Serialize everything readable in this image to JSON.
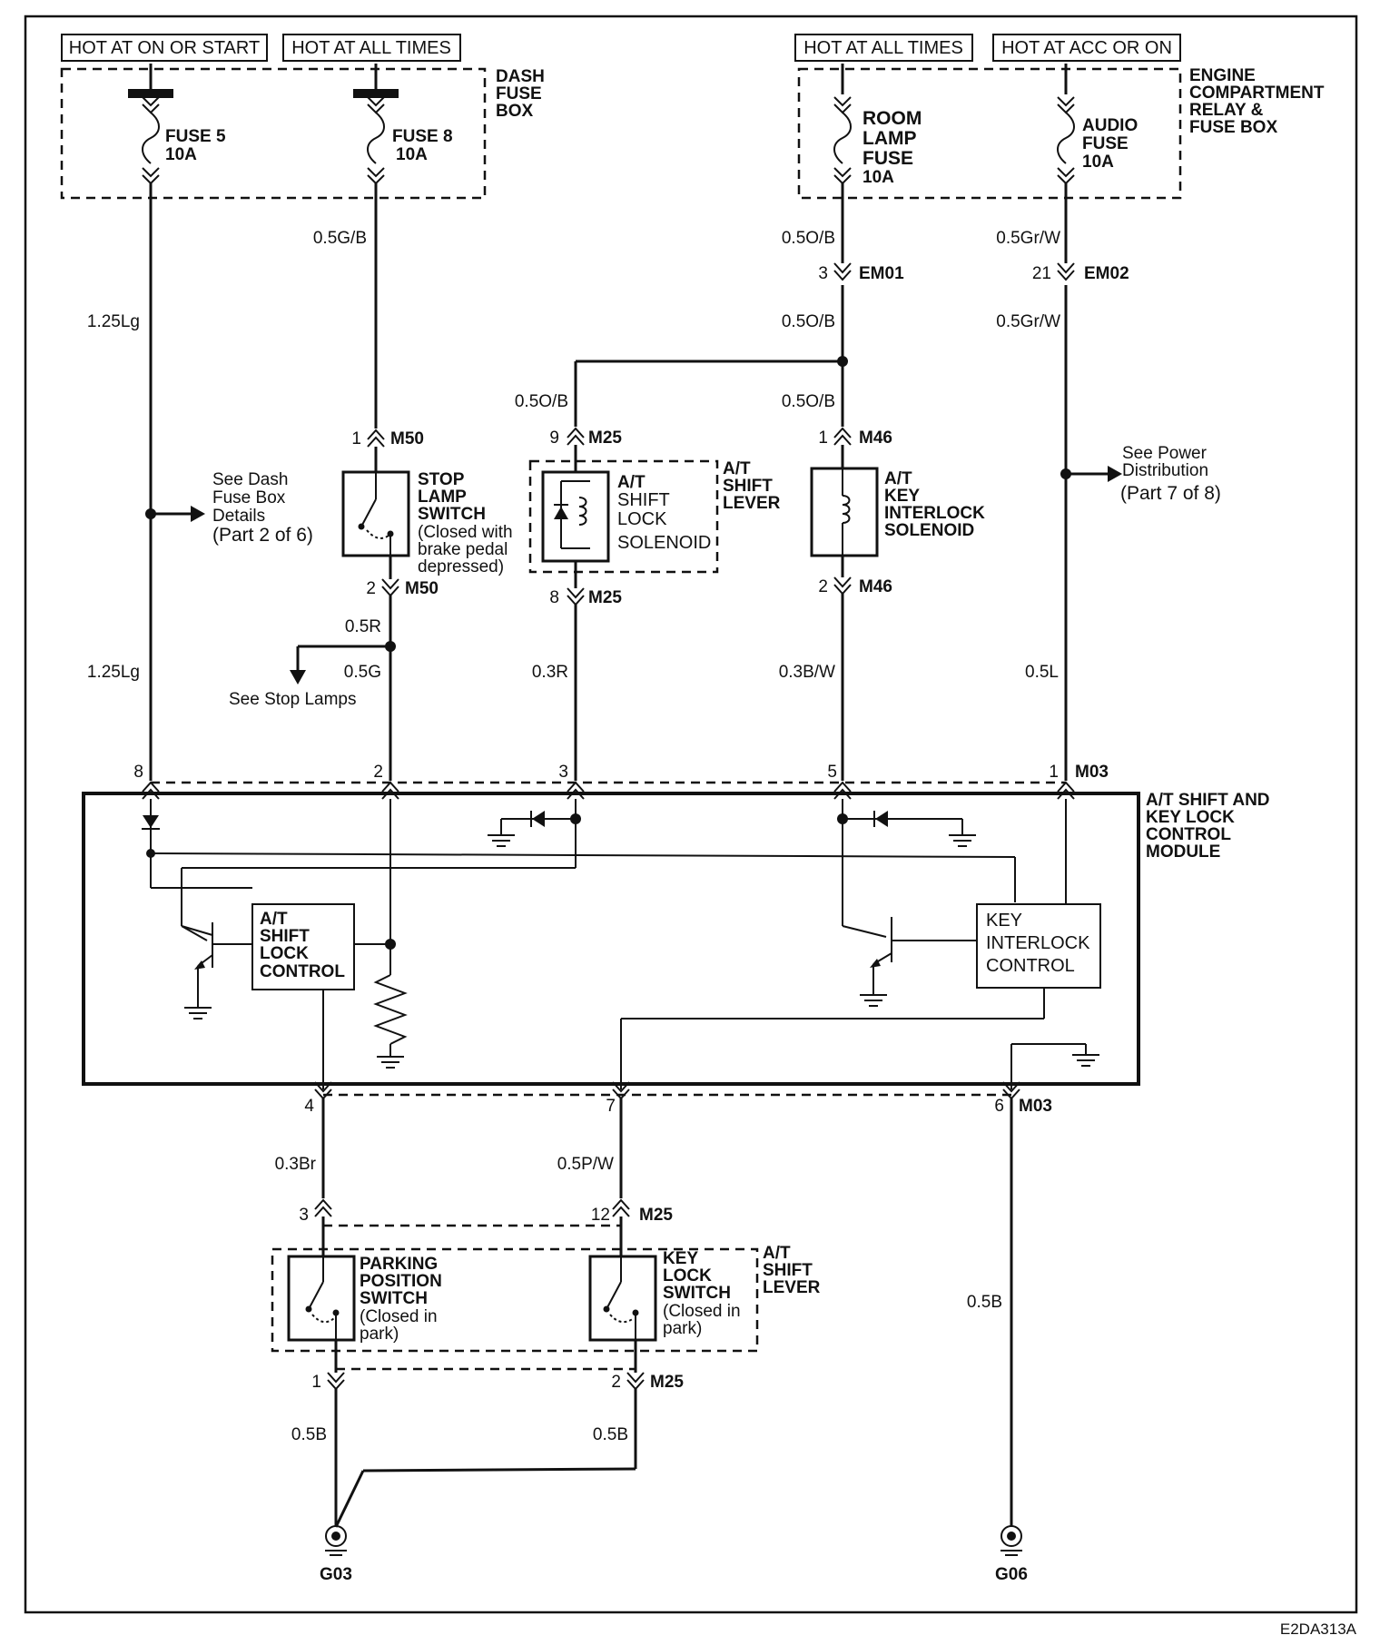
{
  "headers": {
    "hot_on_start": "HOT AT ON OR START",
    "hot_all_times_left": "HOT AT ALL TIMES",
    "hot_all_times_right": "HOT AT ALL TIMES",
    "hot_acc_on": "HOT AT ACC OR ON"
  },
  "dash_fuse_box": {
    "title": [
      "DASH",
      "FUSE",
      "BOX"
    ],
    "fuse5": [
      "FUSE 5",
      "10A"
    ],
    "fuse8": [
      "FUSE 8",
      "10A"
    ]
  },
  "engine_box": {
    "title": [
      "ENGINE",
      "COMPARTMENT",
      "RELAY &",
      "FUSE BOX"
    ],
    "room_lamp": [
      "ROOM",
      "LAMP",
      "FUSE",
      "10A"
    ],
    "audio": [
      "AUDIO",
      "FUSE",
      "10A"
    ]
  },
  "wires": {
    "lg_top": "1.25Lg",
    "lg_bottom": "1.25Lg",
    "gb": "0.5G/B",
    "ob_top": "0.5O/B",
    "ob_mid": "0.5O/B",
    "ob_left": "0.5O/B",
    "ob_right": "0.5O/B",
    "grw_top": "0.5Gr/W",
    "grw_mid": "0.5Gr/W",
    "r1": "0.5R",
    "g1": "0.5G",
    "r3": "0.3R",
    "bw": "0.3B/W",
    "l": "0.5L",
    "br": "0.3Br",
    "pw": "0.5P/W",
    "b_right": "0.5B",
    "b_left1": "0.5B",
    "b_left2": "0.5B"
  },
  "connectors": {
    "em01": "EM01",
    "em02": "EM02",
    "m50_top": "M50",
    "m50_bot": "M50",
    "m25_top": "M25",
    "m25_bot": "M25",
    "m46_top": "M46",
    "m46_bot": "M46",
    "m03_top": "M03",
    "m03_bot": "M03",
    "m25_sw_top": "M25",
    "m25_sw_bot": "M25"
  },
  "pins": {
    "em01": "3",
    "em02": "21",
    "m50_1": "1",
    "m50_2": "2",
    "m25_9": "9",
    "m25_8": "8",
    "m46_1": "1",
    "m46_2": "2",
    "mod_8": "8",
    "mod_2": "2",
    "mod_3": "3",
    "mod_5": "5",
    "mod_1": "1",
    "mod_4": "4",
    "mod_7": "7",
    "mod_6": "6",
    "sw_3": "3",
    "sw_12": "12",
    "sw_1": "1",
    "sw_2": "2"
  },
  "components": {
    "stop_lamp": [
      "STOP",
      "LAMP",
      "SWITCH"
    ],
    "stop_lamp_note": [
      "(Closed with",
      "brake pedal",
      "depressed)"
    ],
    "shift_lock": [
      "A/T",
      "SHIFT",
      "LOCK",
      "SOLENOID"
    ],
    "shift_lever_top": [
      "A/T",
      "SHIFT",
      "LEVER"
    ],
    "key_interlock": [
      "A/T",
      "KEY",
      "INTERLOCK",
      "SOLENOID"
    ],
    "module": [
      "A/T SHIFT AND",
      "KEY LOCK",
      "CONTROL",
      "MODULE"
    ],
    "shift_lock_control": [
      "A/T",
      "SHIFT",
      "LOCK",
      "CONTROL"
    ],
    "key_interlock_control": [
      "KEY",
      "INTERLOCK",
      "CONTROL"
    ],
    "parking_switch": [
      "PARKING",
      "POSITION",
      "SWITCH"
    ],
    "parking_note": [
      "(Closed in",
      "park)"
    ],
    "key_lock_switch": [
      "KEY",
      "LOCK",
      "SWITCH"
    ],
    "key_lock_note": [
      "(Closed in",
      "park)"
    ],
    "shift_lever_bottom": [
      "A/T",
      "SHIFT",
      "LEVER"
    ]
  },
  "refs": {
    "dash_details": [
      "See Dash",
      "Fuse Box",
      "Details"
    ],
    "dash_part": "(Part 2 of 6)",
    "power_dist": [
      "See Power",
      "Distribution"
    ],
    "power_part": "(Part 7 of 8)",
    "stop_lamps": "See Stop Lamps"
  },
  "grounds": {
    "g03": "G03",
    "g06": "G06"
  },
  "figure_code": "E2DA313A"
}
